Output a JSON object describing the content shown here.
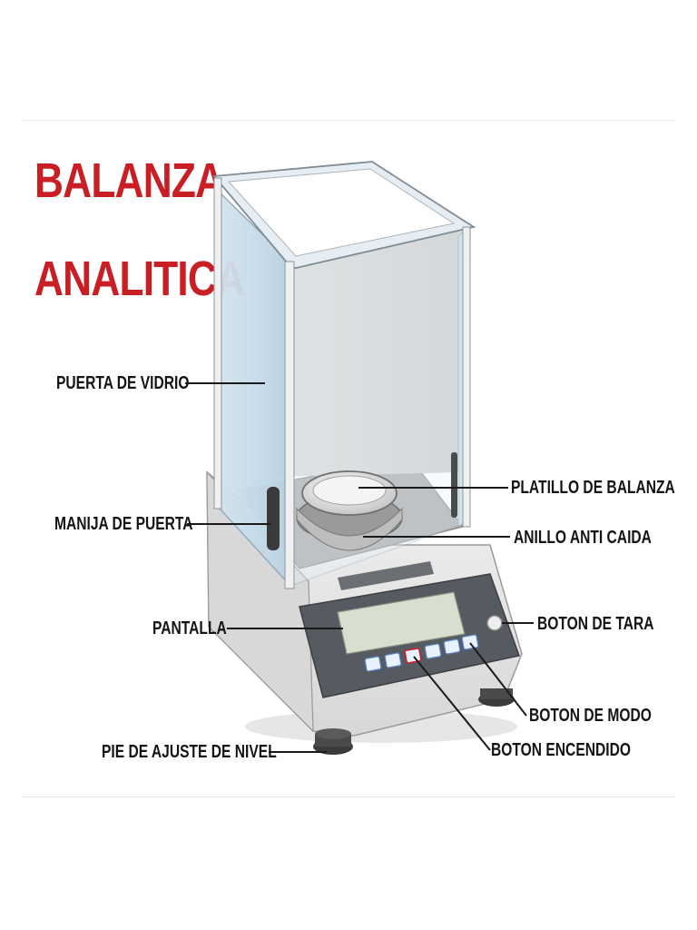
{
  "title": {
    "line1": "BALANZA",
    "line2": "ANALITICA"
  },
  "labels": {
    "glass_door": "PUERTA DE VIDRIO",
    "door_handle": "MANIJA DE PUERTA",
    "display": "PANTALLA",
    "leveling_foot": "PIE DE AJUSTE DE NIVEL",
    "weighing_pan": "PLATILLO DE BALANZA",
    "draft_ring": "ANILLO ANTI CAIDA",
    "tare_button": "BOTON DE TARA",
    "mode_button": "BOTON DE MODO",
    "power_button": "BOTON ENCENDIDO"
  },
  "colors": {
    "title": "#c81e24",
    "labels": "#141414",
    "glass": "#cfe0ec",
    "body": "#e9eaec",
    "display_screen": "#d9dfcf",
    "buttons": "#e8f2ff",
    "power_button_accent": "#cc2233"
  },
  "icons": [
    "weighing-pan-icon",
    "tare-button-icon",
    "keypad-button-icon"
  ]
}
